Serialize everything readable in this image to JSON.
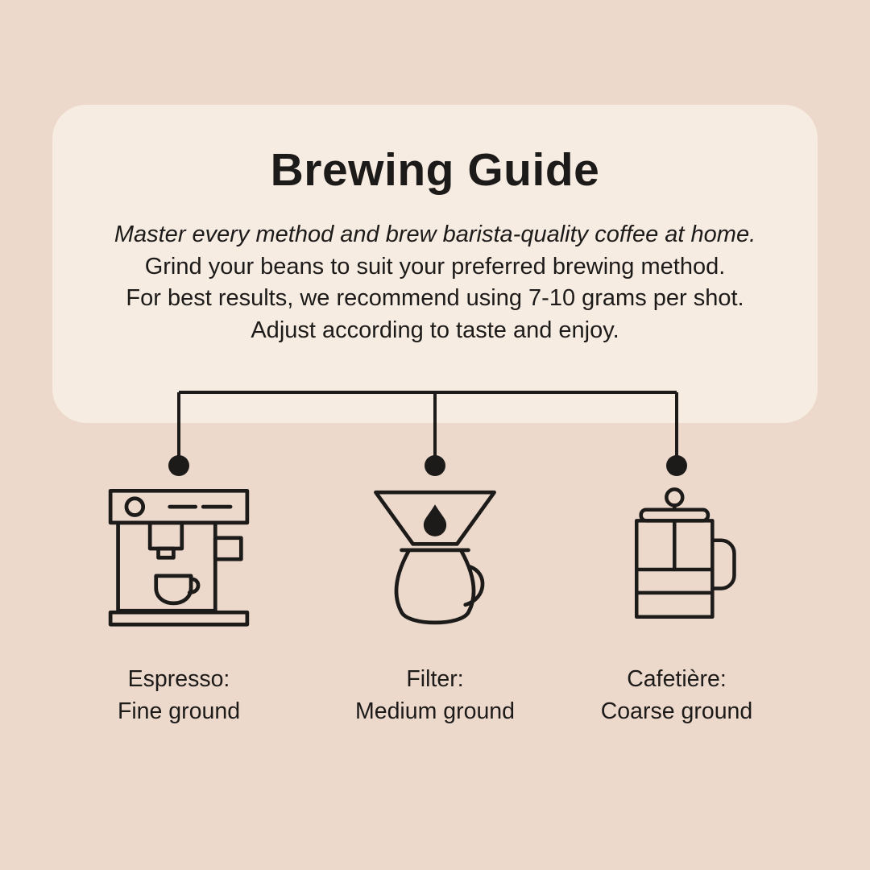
{
  "theme": {
    "background": "#ecd9cb",
    "card_background": "#f7ece2",
    "ink": "#1d1b1a"
  },
  "card": {
    "title": "Brewing Guide",
    "body": [
      "Master every method and brew barista-quality coffee at home.",
      "Grind your beans to suit your preferred brewing method.",
      "For best results, we recommend using 7-10 grams per shot.",
      "Adjust according to taste and enjoy."
    ]
  },
  "methods": [
    {
      "icon": "espresso-machine-icon",
      "name": "Espresso:",
      "grind": "Fine ground"
    },
    {
      "icon": "pour-over-filter-icon",
      "name": "Filter:",
      "grind": "Medium ground"
    },
    {
      "icon": "french-press-icon",
      "name": "Cafetière:",
      "grind": "Coarse ground"
    }
  ]
}
